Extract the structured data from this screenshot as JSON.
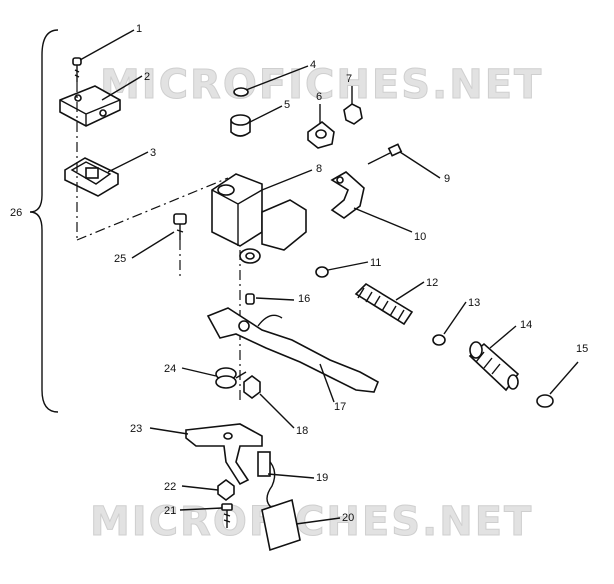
{
  "watermark": {
    "text": "MICROFICHES.NET"
  },
  "diagram": {
    "group_label": "26",
    "callouts": [
      {
        "id": "c1",
        "label": "1"
      },
      {
        "id": "c2",
        "label": "2"
      },
      {
        "id": "c3",
        "label": "3"
      },
      {
        "id": "c4",
        "label": "4"
      },
      {
        "id": "c5",
        "label": "5"
      },
      {
        "id": "c6",
        "label": "6"
      },
      {
        "id": "c7",
        "label": "7"
      },
      {
        "id": "c8",
        "label": "8"
      },
      {
        "id": "c9",
        "label": "9"
      },
      {
        "id": "c10",
        "label": "10"
      },
      {
        "id": "c11",
        "label": "11"
      },
      {
        "id": "c12",
        "label": "12"
      },
      {
        "id": "c13",
        "label": "13"
      },
      {
        "id": "c14",
        "label": "14"
      },
      {
        "id": "c15",
        "label": "15"
      },
      {
        "id": "c16",
        "label": "16"
      },
      {
        "id": "c17",
        "label": "17"
      },
      {
        "id": "c18",
        "label": "18"
      },
      {
        "id": "c19",
        "label": "19"
      },
      {
        "id": "c20",
        "label": "20"
      },
      {
        "id": "c21",
        "label": "21"
      },
      {
        "id": "c22",
        "label": "22"
      },
      {
        "id": "c23",
        "label": "23"
      },
      {
        "id": "c24",
        "label": "24"
      },
      {
        "id": "c25",
        "label": "25"
      }
    ]
  }
}
